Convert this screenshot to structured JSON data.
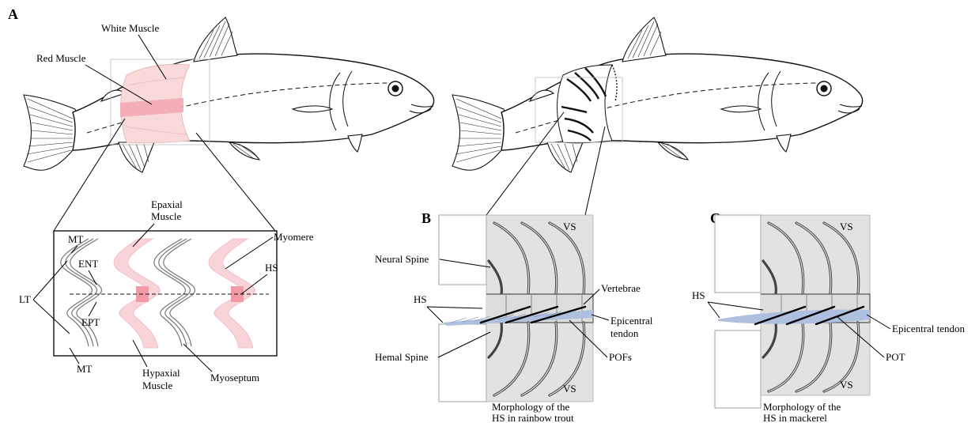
{
  "panels": {
    "a": "A",
    "b": "B",
    "c": "C"
  },
  "panel_a": {
    "white_muscle": "White Muscle",
    "red_muscle": "Red Muscle",
    "epaxial_line1": "Epaxial",
    "epaxial_line2": "Muscle",
    "myomere": "Myomere",
    "mt_top": "MT",
    "ent": "ENT",
    "lt": "LT",
    "hs": "HS",
    "ept": "EPT",
    "mt_bottom": "MT",
    "hypaxial_line1": "Hypaxial",
    "hypaxial_line2": "Muscle",
    "myoseptum": "Myoseptum"
  },
  "panel_b": {
    "vs_top": "VS",
    "vs_bottom": "VS",
    "neural_spine": "Neural Spine",
    "vertebrae": "Vertebrae",
    "hs": "HS",
    "epicentral_line1": "Epicentral",
    "epicentral_line2": "tendon",
    "hemal_spine": "Hemal Spine",
    "pofs": "POFs",
    "caption_line1": "Morphology of the",
    "caption_line2": "HS in rainbow trout"
  },
  "panel_c": {
    "vs_top": "VS",
    "vs_bottom": "VS",
    "hs": "HS",
    "epicentral": "Epicentral tendon",
    "pot": "POT",
    "caption_line1": "Morphology of the",
    "caption_line2": "HS in mackerel"
  },
  "colors": {
    "red_muscle": "#f3a9b2",
    "white_muscle": "#f8dada",
    "hs_band": "#aebfe0",
    "vs_panel": "#e2e2e2",
    "spine": "#444444"
  }
}
